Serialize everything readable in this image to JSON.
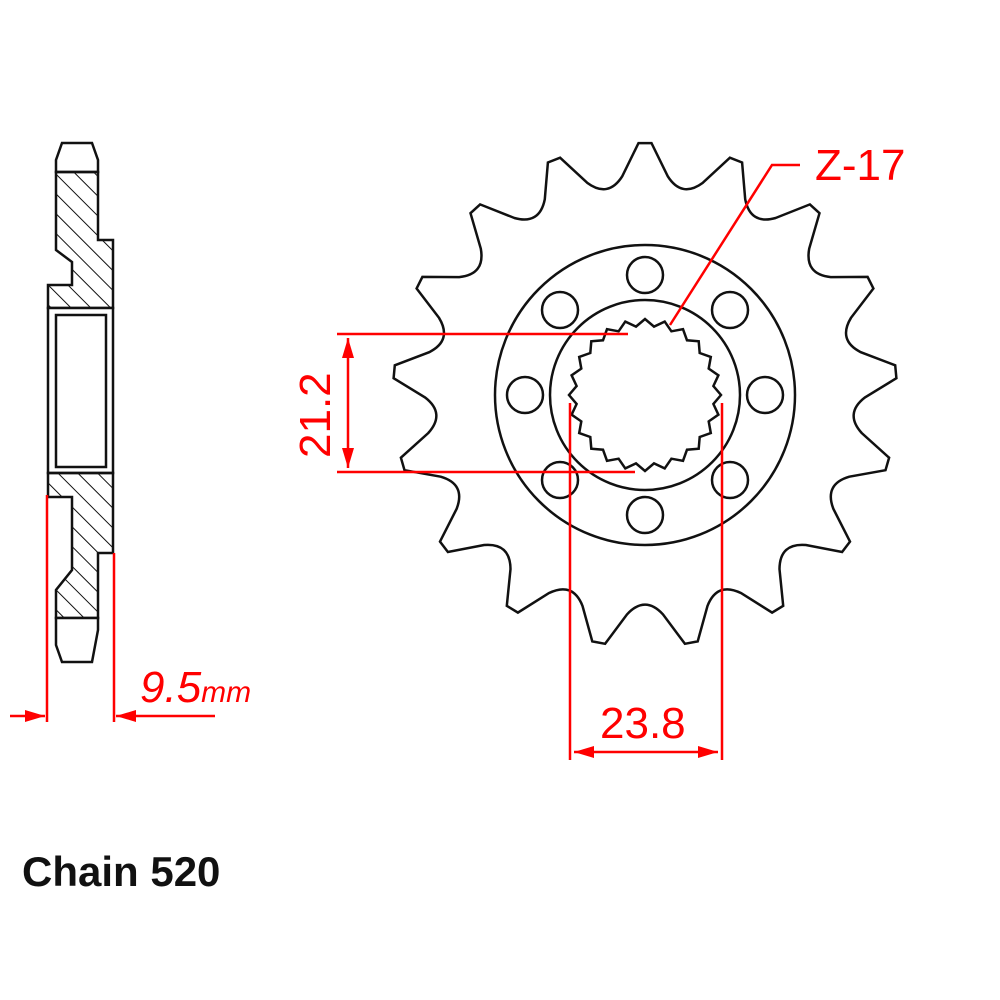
{
  "diagram": {
    "type": "technical-drawing",
    "subject": "front sprocket",
    "views": [
      "side-section",
      "front"
    ],
    "colors": {
      "outline": "#111111",
      "dimension": "#ff0000",
      "background": "#ffffff"
    }
  },
  "labels": {
    "teeth": "Z-17",
    "inner_diameter": "21.2",
    "outer_spline": "23.8",
    "thickness_value": "9.5",
    "thickness_unit": "mm",
    "chain": "Chain 520"
  },
  "specs": {
    "tooth_count": 17,
    "bolt_holes": 8,
    "spline_minor_diameter_mm": 21.2,
    "spline_major_diameter_mm": 23.8,
    "thickness_mm": 9.5,
    "chain_size": 520
  }
}
